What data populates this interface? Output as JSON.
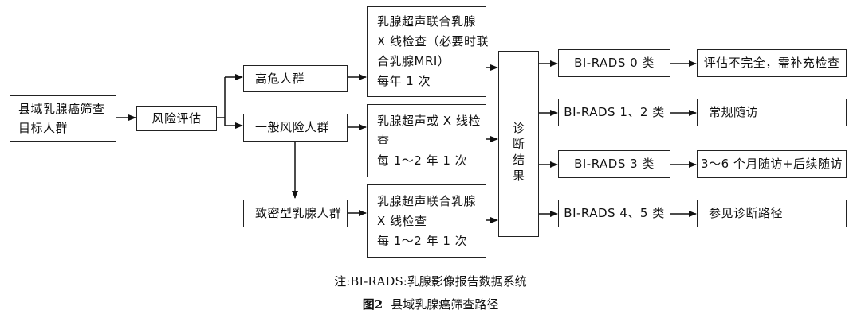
{
  "target_group": {
    "line1": "县域乳腺癌筛查",
    "line2": "目标人群"
  },
  "risk_assessment": "风险评估",
  "groups": {
    "high_risk": "高危人群",
    "general_risk": "一般风险人群",
    "dense_breast": "致密型乳腺人群"
  },
  "screening": {
    "high_risk": [
      "乳腺超声联合乳腺",
      "X 线检查（必要时联",
      "合乳腺MRI）",
      "每年 1 次"
    ],
    "general_risk": [
      "乳腺超声或 X 线检",
      "查",
      "每 1～2 年 1 次"
    ],
    "dense_breast": [
      "乳腺超声联合乳腺",
      "X 线检查",
      "每 1～2 年 1 次"
    ]
  },
  "diagnosis": [
    "诊",
    "断",
    "结",
    "果"
  ],
  "birads": [
    "BI-RADS 0 类",
    "BI-RADS 1、2 类",
    "BI-RADS 3 类",
    "BI-RADS 4、5 类"
  ],
  "actions": [
    "评估不完全，需补充检查",
    "常规随访",
    "3～6 个月随访+后续随访",
    "参见诊断路径"
  ],
  "note": "注:BI-RADS:乳腺影像报告数据系统",
  "figure": {
    "number": "图2",
    "title": "县域乳腺癌筛查路径"
  }
}
